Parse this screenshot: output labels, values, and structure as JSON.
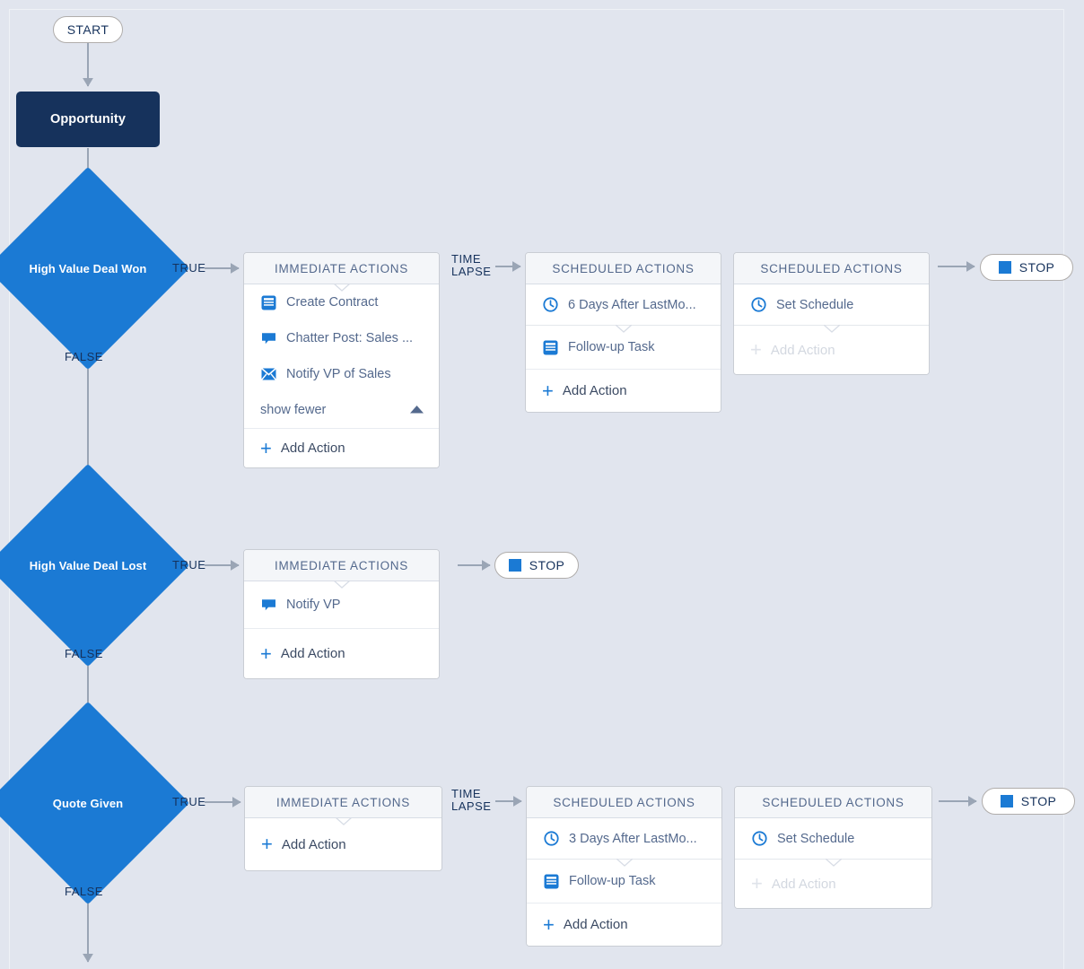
{
  "diagram": {
    "type": "process-builder-flowchart",
    "background_color": "#e1e5ee",
    "accent_blue": "#1b7ad4",
    "object_navy": "#16325c",
    "start_label": "START",
    "object_node": "Opportunity",
    "branch_true": "TRUE",
    "branch_false": "FALSE",
    "time_lapse": "TIME\nLAPSE",
    "stop_label": "STOP",
    "immediate_header": "IMMEDIATE ACTIONS",
    "scheduled_header": "SCHEDULED ACTIONS",
    "add_action": "Add Action",
    "show_fewer": "show fewer"
  },
  "branches": [
    {
      "id": "high-value-deal-won",
      "criteria": "High Value Deal Won",
      "true_label": "TRUE",
      "false_label": "FALSE",
      "immediate": {
        "header": "IMMEDIATE ACTIONS",
        "actions": [
          {
            "icon": "record-task-icon",
            "label": "Create Contract"
          },
          {
            "icon": "chatter-post-icon",
            "label": "Chatter Post: Sales ..."
          },
          {
            "icon": "email-icon",
            "label": "Notify VP of Sales"
          }
        ],
        "show_fewer": "show fewer",
        "add_action": "Add Action",
        "add_action_disabled": false
      },
      "time_lapse": "TIME\nLAPSE",
      "scheduled": [
        {
          "header": "SCHEDULED ACTIONS",
          "schedule": {
            "icon": "clock-icon",
            "label": "6 Days After LastMo..."
          },
          "actions": [
            {
              "icon": "record-task-icon",
              "label": "Follow-up Task"
            }
          ],
          "add_action": "Add Action",
          "add_action_disabled": false
        },
        {
          "header": "SCHEDULED ACTIONS",
          "schedule": {
            "icon": "clock-icon",
            "label": "Set Schedule"
          },
          "actions": [],
          "add_action": "Add Action",
          "add_action_disabled": true
        }
      ],
      "stop_label": "STOP"
    },
    {
      "id": "high-value-deal-lost",
      "criteria": "High Value Deal Lost",
      "true_label": "TRUE",
      "false_label": "FALSE",
      "immediate": {
        "header": "IMMEDIATE ACTIONS",
        "actions": [
          {
            "icon": "chatter-post-icon",
            "label": "Notify VP"
          }
        ],
        "add_action": "Add Action",
        "add_action_disabled": false
      },
      "scheduled": [],
      "stop_label": "STOP"
    },
    {
      "id": "quote-given",
      "criteria": "Quote Given",
      "true_label": "TRUE",
      "false_label": "FALSE",
      "immediate": {
        "header": "IMMEDIATE ACTIONS",
        "actions": [],
        "add_action": "Add Action",
        "add_action_disabled": false
      },
      "time_lapse": "TIME\nLAPSE",
      "scheduled": [
        {
          "header": "SCHEDULED ACTIONS",
          "schedule": {
            "icon": "clock-icon",
            "label": "3 Days After LastMo..."
          },
          "actions": [
            {
              "icon": "record-task-icon",
              "label": "Follow-up Task"
            }
          ],
          "add_action": "Add Action",
          "add_action_disabled": false
        },
        {
          "header": "SCHEDULED ACTIONS",
          "schedule": {
            "icon": "clock-icon",
            "label": "Set Schedule"
          },
          "actions": [],
          "add_action": "Add Action",
          "add_action_disabled": true
        }
      ],
      "stop_label": "STOP"
    }
  ]
}
